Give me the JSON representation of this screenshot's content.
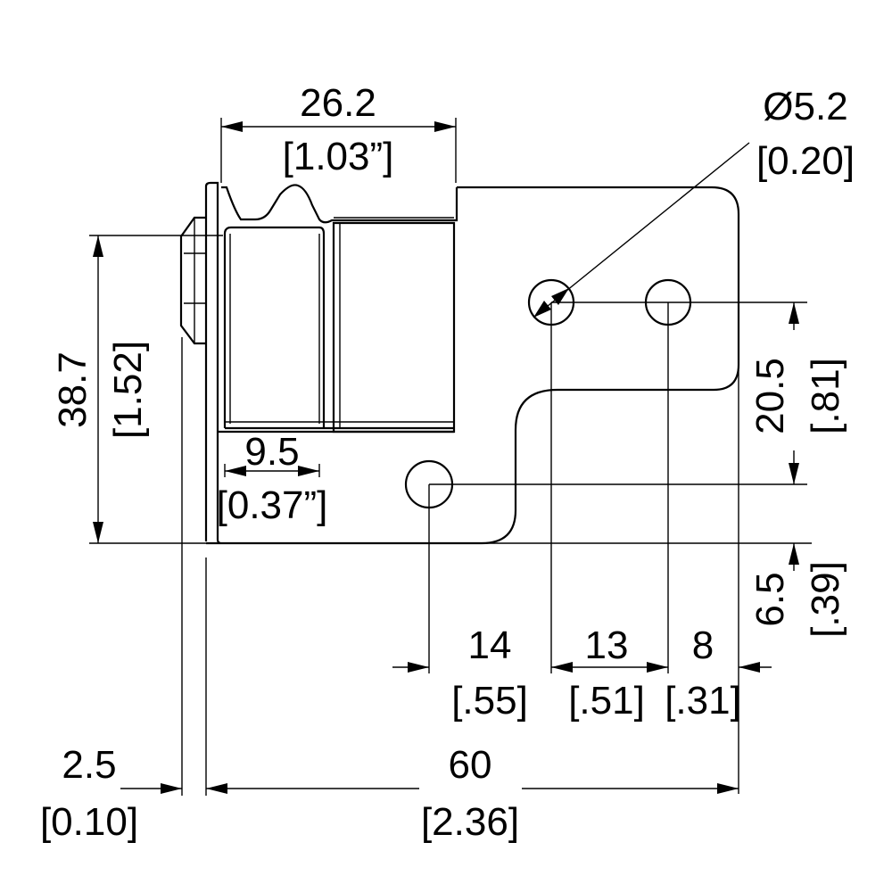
{
  "dimensions": {
    "top_width": {
      "value": "26.2",
      "inch": "[1.03”]"
    },
    "hole_dia": {
      "value": "Ø5.2",
      "inch": "[0.20]"
    },
    "height": {
      "value": "38.7",
      "inch": "[1.52]"
    },
    "inner_width": {
      "value": "9.5",
      "inch": "[0.37”]"
    },
    "hole_vertical": {
      "value": "20.5",
      "inch": "[.81]"
    },
    "bottom_offset": {
      "value": "6.5",
      "inch": "[.39]"
    },
    "hole_spacing_14": {
      "value": "14",
      "inch": "[.55]"
    },
    "hole_spacing_13": {
      "value": "13",
      "inch": "[.51]"
    },
    "edge_offset_8": {
      "value": "8",
      "inch": "[.31]"
    },
    "thickness": {
      "value": "2.5",
      "inch": "[0.10]"
    },
    "total_length": {
      "value": "60",
      "inch": "[2.36]"
    }
  }
}
